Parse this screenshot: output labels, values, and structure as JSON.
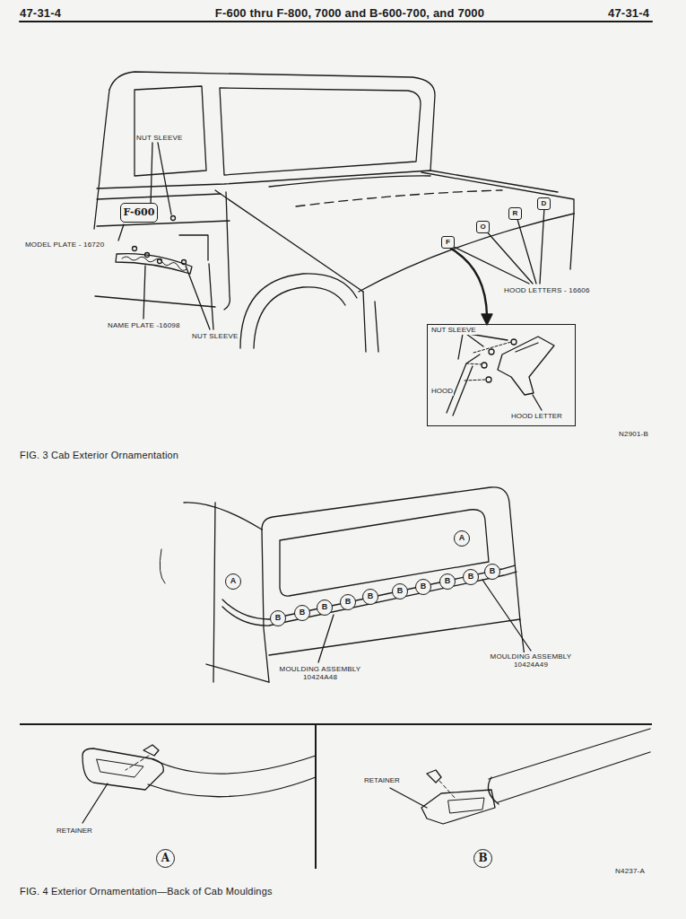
{
  "diagram": {
    "nodes": [
      {
        "text": [
          "F-600"
        ]
      },
      {
        "text": [
          "F"
        ]
      },
      {
        "text": [
          "O"
        ]
      },
      {
        "text": [
          "R"
        ]
      },
      {
        "text": [
          "D"
        ]
      },
      {
        "text": [
          "NUT SLEEVE",
          "HOOD",
          "HOOD LETTER"
        ]
      },
      {
        "text": [
          "A"
        ]
      },
      {
        "text": [
          "A"
        ]
      },
      {
        "text": [
          "B"
        ]
      },
      {
        "text": [
          "B"
        ]
      },
      {
        "text": [
          "B"
        ]
      },
      {
        "text": [
          "B"
        ]
      },
      {
        "text": [
          "B"
        ]
      },
      {
        "text": [
          "B"
        ]
      },
      {
        "text": [
          "B"
        ]
      },
      {
        "text": [
          "B"
        ]
      },
      {
        "text": [
          "B"
        ]
      },
      {
        "text": [
          "B"
        ]
      },
      {
        "text": [
          "RETAINER"
        ]
      },
      {
        "text": [
          "A"
        ],
        "in": 18
      },
      {
        "text": [
          "RETAINER"
        ]
      },
      {
        "text": [
          "B"
        ],
        "in": 20
      }
    ],
    "labels": [
      "47-31-4",
      "F-600 thru F-800, 7000 and B-600-700, and 7000",
      "47-31-4",
      "NUT SLEEVE",
      "MODEL PLATE - 16720",
      "NAME PLATE -16098",
      "NUT SLEEVE",
      "HOOD LETTERS - 16606",
      "N2901-B",
      "FIG. 3 Cab Exterior Ornamentation",
      "MOULDING ASSEMBLY 10424A48",
      "MOULDING ASSEMBLY 10424A49",
      "N4237-A",
      "FIG. 4 Exterior Ornamentation—Back of Cab Mouldings"
    ]
  }
}
